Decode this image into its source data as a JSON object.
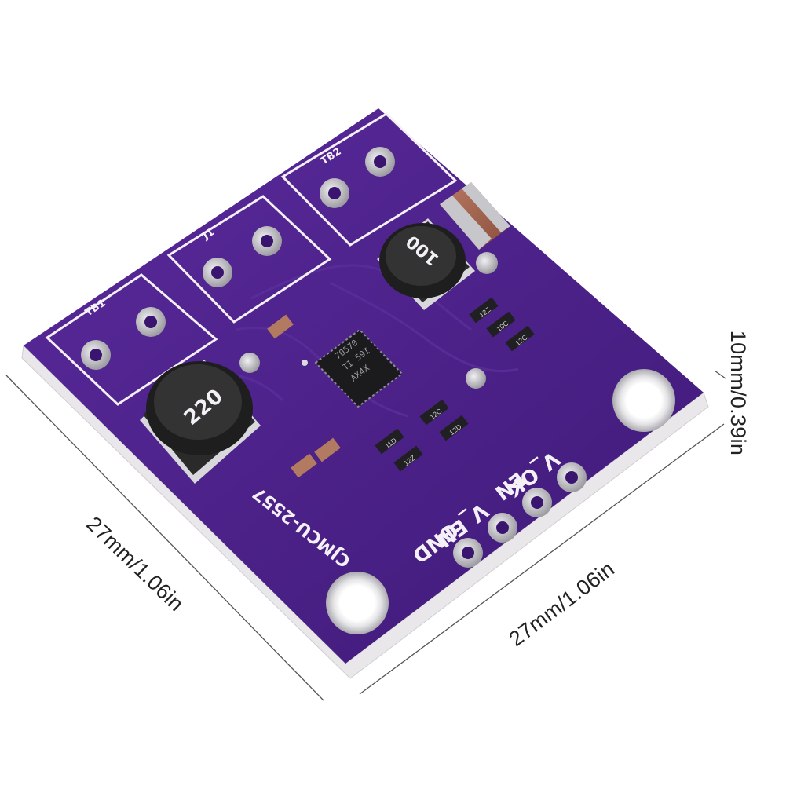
{
  "colors": {
    "pcb": "#4b1f8c",
    "pcb_dark": "#351466",
    "pcb_edge": "#e9e7ea",
    "silkscreen": "#f3f0f6",
    "pad": "#c9c9cc",
    "chip": "#1b1b1e",
    "inductor": "#2a2a2a",
    "capacitor": "#a4654e",
    "dimension_line": "#555555"
  },
  "dimensions": {
    "left_edge": "27mm/1.06in",
    "bottom_edge": "27mm/1.06in",
    "thickness": "10mm/0.39in"
  },
  "board": {
    "name": "CJMCU-2557",
    "connectors": {
      "tb1": "TB1",
      "j1": "J1",
      "tb2": "TB2"
    },
    "pin_labels": {
      "gnd": "GND",
      "v_en": "V_EN",
      "en": "EN",
      "v_ok": "V_OK"
    },
    "components": {
      "inductor_left": "220",
      "inductor_right": "100",
      "chip_line1": "70570",
      "chip_line2": "TI 59I",
      "chip_line3": "AX4X",
      "resistor_1": "12C",
      "resistor_2": "12D",
      "resistor_3": "11D",
      "resistor_4": "12Z",
      "resistor_5": "12Z",
      "resistor_6": "10C",
      "resistor_7": "12C"
    },
    "icons": {
      "mounting_hole": "mounting-hole-icon",
      "pin_pad": "pin-pad-icon"
    }
  }
}
